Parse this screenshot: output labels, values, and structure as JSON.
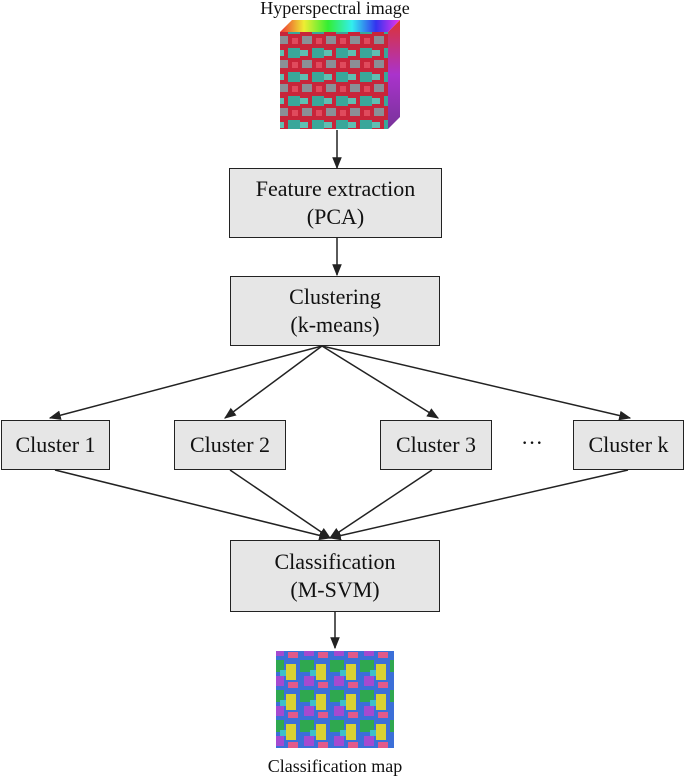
{
  "input": {
    "label": "Hyperspectral image"
  },
  "output": {
    "label": "Classification map"
  },
  "steps": {
    "feature": {
      "line1": "Feature extraction",
      "line2": "(PCA)"
    },
    "clustering": {
      "line1": "Clustering",
      "line2": "(k-means)"
    },
    "classification": {
      "line1": "Classification",
      "line2": "(M-SVM)"
    }
  },
  "clusters": [
    "Cluster 1",
    "Cluster 2",
    "Cluster 3",
    "Cluster k"
  ],
  "ellipsis": "···",
  "colors": {
    "box_fill": "#e6e6e6",
    "border": "#222222",
    "cube_red": "#c8253a",
    "cube_teal": "#3aa79a"
  }
}
